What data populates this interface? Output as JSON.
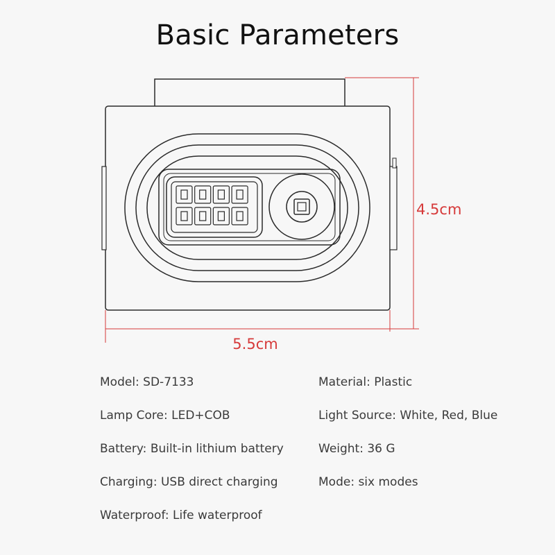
{
  "title": "Basic Parameters",
  "dimensions": {
    "width": "5.5cm",
    "height": "4.5cm"
  },
  "specs": [
    {
      "text": "Model: SD-7133"
    },
    {
      "text": "Material: Plastic"
    },
    {
      "text": "Lamp Core: LED+COB"
    },
    {
      "text": "Light Source: White, Red, Blue"
    },
    {
      "text": "Battery: Built-in lithium battery"
    },
    {
      "text": "Weight: 36 G"
    },
    {
      "text": "Charging: USB direct charging"
    },
    {
      "text": "Mode: six modes"
    },
    {
      "text": "Waterproof: Life waterproof"
    }
  ],
  "colors": {
    "dimension_line": "#d63a3a",
    "outline": "#2a2a2a",
    "background": "#f7f7f7"
  }
}
